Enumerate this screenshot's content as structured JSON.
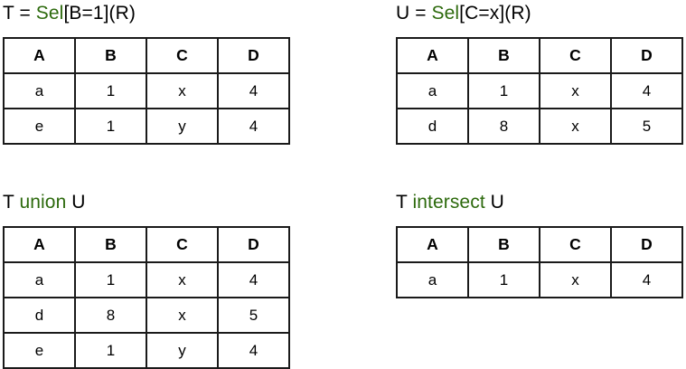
{
  "accent_color": "#2d6a0d",
  "text_color": "#000000",
  "border_color": "#1a1a1a",
  "background_color": "#ffffff",
  "panels": [
    {
      "id": "T",
      "title": {
        "prefix": "T = ",
        "operator": "Sel",
        "suffix": "[B=1](R)"
      },
      "columns": [
        "A",
        "B",
        "C",
        "D"
      ],
      "rows": [
        [
          "a",
          "1",
          "x",
          "4"
        ],
        [
          "e",
          "1",
          "y",
          "4"
        ]
      ]
    },
    {
      "id": "U",
      "title": {
        "prefix": "U = ",
        "operator": "Sel",
        "suffix": "[C=x](R)"
      },
      "columns": [
        "A",
        "B",
        "C",
        "D"
      ],
      "rows": [
        [
          "a",
          "1",
          "x",
          "4"
        ],
        [
          "d",
          "8",
          "x",
          "5"
        ]
      ]
    },
    {
      "id": "union",
      "title": {
        "prefix": "T ",
        "operator": "union",
        "suffix": " U"
      },
      "columns": [
        "A",
        "B",
        "C",
        "D"
      ],
      "rows": [
        [
          "a",
          "1",
          "x",
          "4"
        ],
        [
          "d",
          "8",
          "x",
          "5"
        ],
        [
          "e",
          "1",
          "y",
          "4"
        ]
      ]
    },
    {
      "id": "intersect",
      "title": {
        "prefix": "T ",
        "operator": "intersect",
        "suffix": " U"
      },
      "columns": [
        "A",
        "B",
        "C",
        "D"
      ],
      "rows": [
        [
          "a",
          "1",
          "x",
          "4"
        ]
      ]
    }
  ]
}
